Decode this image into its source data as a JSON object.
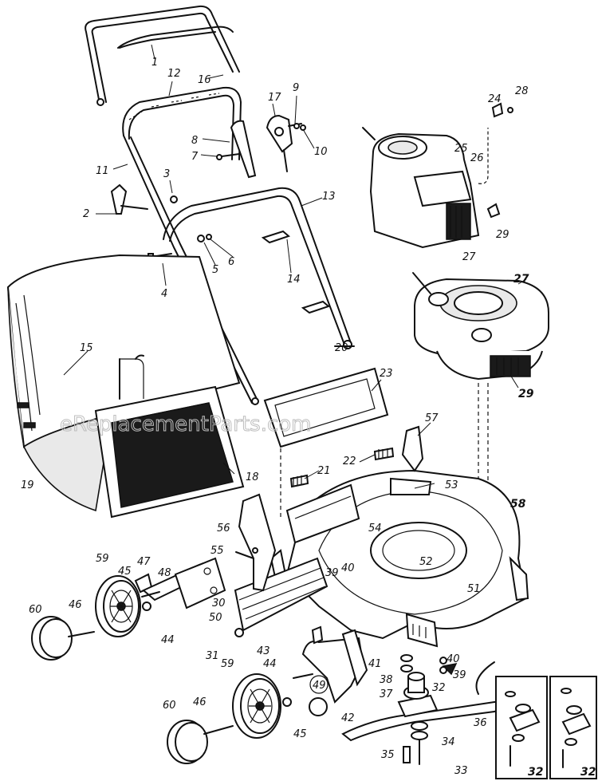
{
  "watermark": "eReplacementParts.com",
  "callouts": {
    "c1": "1",
    "c2": "2",
    "c3": "3",
    "c4": "4",
    "c5": "5",
    "c6": "6",
    "c7": "7",
    "c8": "8",
    "c9": "9",
    "c10": "10",
    "c11": "11",
    "c12": "12",
    "c13": "13",
    "c14": "14",
    "c15": "15",
    "c16": "16",
    "c17": "17",
    "c18": "18",
    "c19": "19",
    "c20": "20",
    "c21": "21",
    "c22": "22",
    "c23": "23",
    "c24": "24",
    "c25": "25",
    "c26": "26",
    "c27a": "27",
    "c27b": "27",
    "c28": "28",
    "c29a": "29",
    "c29b": "29",
    "c30": "30",
    "c31": "31",
    "c32a": "32",
    "c32b": "32",
    "c32c": "32",
    "c33": "33",
    "c34": "34",
    "c35": "35",
    "c36": "36",
    "c37": "37",
    "c38": "38",
    "c39a": "39",
    "c39b": "39",
    "c40a": "40",
    "c40b": "40",
    "c41": "41",
    "c42": "42",
    "c43": "43",
    "c44a": "44",
    "c44b": "44",
    "c45a": "45",
    "c45b": "45",
    "c46a": "46",
    "c46b": "46",
    "c47": "47",
    "c48": "48",
    "c49": "49",
    "c50": "50",
    "c51": "51",
    "c52": "52",
    "c53": "53",
    "c54": "54",
    "c55": "55",
    "c56": "56",
    "c57": "57",
    "c58": "58",
    "c59a": "59",
    "c59b": "59",
    "c60a": "60",
    "c60b": "60"
  }
}
